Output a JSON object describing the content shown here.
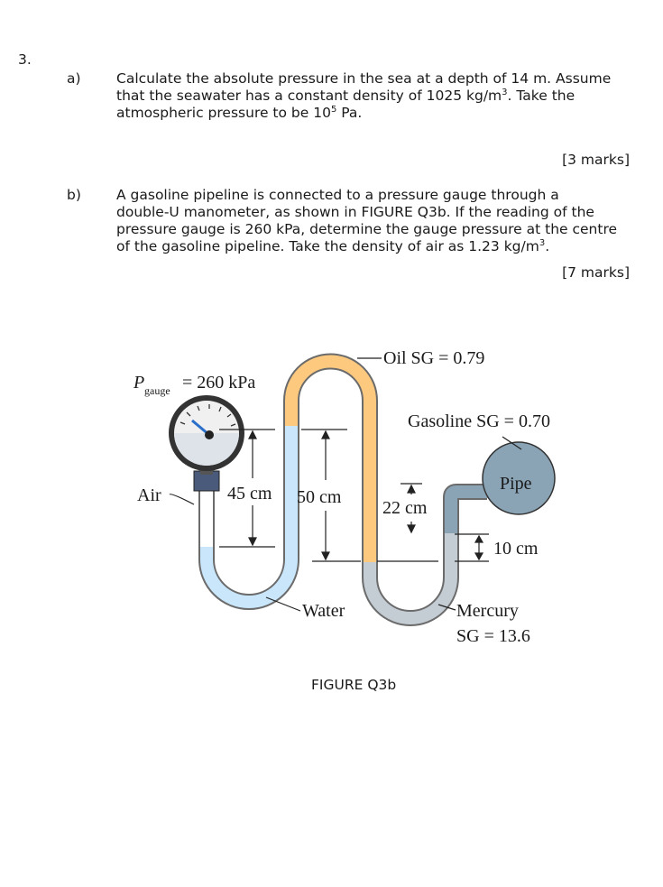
{
  "question": {
    "number": "3.",
    "part_a": {
      "label": "a)",
      "line1": "Calculate the absolute pressure in the sea at a depth of 14 m. Assume",
      "line2_pre": "that the seawater has a constant density of 1025 kg/m",
      "line2_sup": "3",
      "line2_post": ". Take the",
      "line3_pre": "atmospheric pressure to be 10",
      "line3_sup": "5",
      "line3_post": " Pa.",
      "marks": "[3 marks]"
    },
    "part_b": {
      "label": "b)",
      "line1": "A gasoline pipeline is connected to a pressure gauge through a",
      "line2": "double-U manometer, as shown in FIGURE Q3b. If the reading of the",
      "line3": "pressure gauge is 260 kPa, determine the gauge pressure at the centre",
      "line4_pre": "of the gasoline pipeline. Take the density of air as 1.23 kg/m",
      "line4_sup": "3",
      "line4_post": ".",
      "marks": "[7 marks]"
    }
  },
  "figure": {
    "caption": "FIGURE Q3b",
    "p_symbol": "P",
    "p_subscript": "gauge",
    "p_value": "= 260 kPa",
    "oil_label": "Oil SG = 0.79",
    "gasoline_label": "Gasoline SG = 0.70",
    "pipe_label": "Pipe",
    "air_label": "Air",
    "dim_45": "45 cm",
    "dim_50": "50 cm",
    "dim_22": "22 cm",
    "dim_10": "10 cm",
    "water_label": "Water",
    "mercury_label": "Mercury",
    "mercury_sg": "SG = 13.6",
    "colors": {
      "oil": "#fcc97f",
      "water": "#c9e6fb",
      "mercury": "#c4ccd4",
      "pipe": "#8aa4b6",
      "tube": "#6b6b6b"
    }
  }
}
